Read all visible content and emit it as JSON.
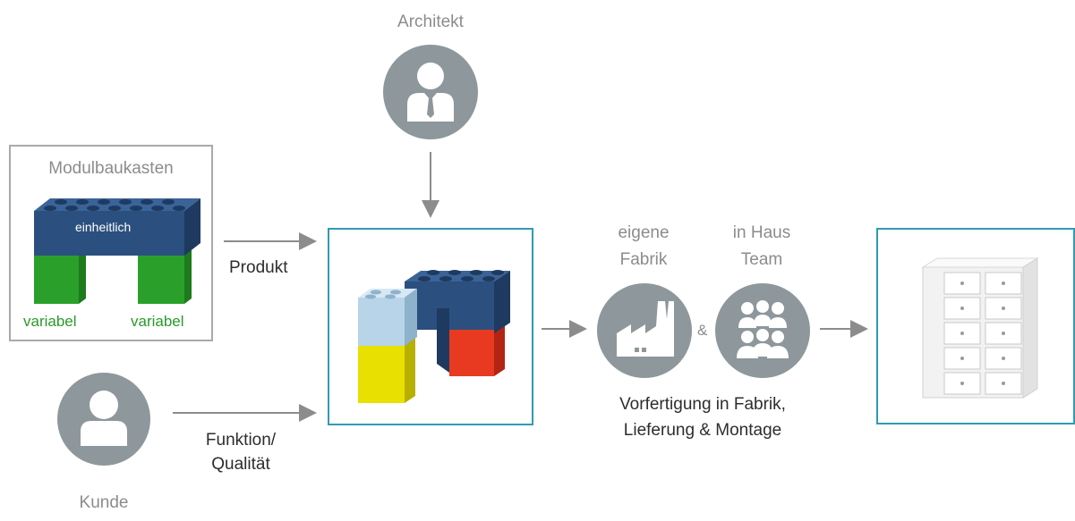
{
  "labels": {
    "architect": "Architekt",
    "kit_title": "Modulbaukasten",
    "uniform": "einheitlich",
    "variable_left": "variabel",
    "variable_right": "variabel",
    "product": "Produkt",
    "function_line1": "Funktion/",
    "function_line2": "Qualität",
    "customer": "Kunde",
    "own_factory_line1": "eigene",
    "own_factory_line2": "Fabrik",
    "in_house_line1": "in Haus",
    "in_house_line2": "Team",
    "ampersand": "&",
    "prefab_line1": "Vorfertigung in Fabrik,",
    "prefab_line2": "Lieferung & Montage"
  },
  "icons": {
    "architect": "architect-person-icon",
    "customer": "customer-person-icon",
    "factory": "factory-icon",
    "team": "team-icon"
  },
  "colors": {
    "icon_circle": "#8e979b",
    "teal_frame": "#2f9bb3",
    "gray_frame": "#a9a9a9",
    "arrow": "#8c8c8c",
    "brick_blue": "#2b4f7e",
    "brick_green": "#2aa02a",
    "brick_light_blue": "#b8d4e8",
    "brick_yellow": "#e8e000",
    "brick_red": "#e83a20"
  }
}
